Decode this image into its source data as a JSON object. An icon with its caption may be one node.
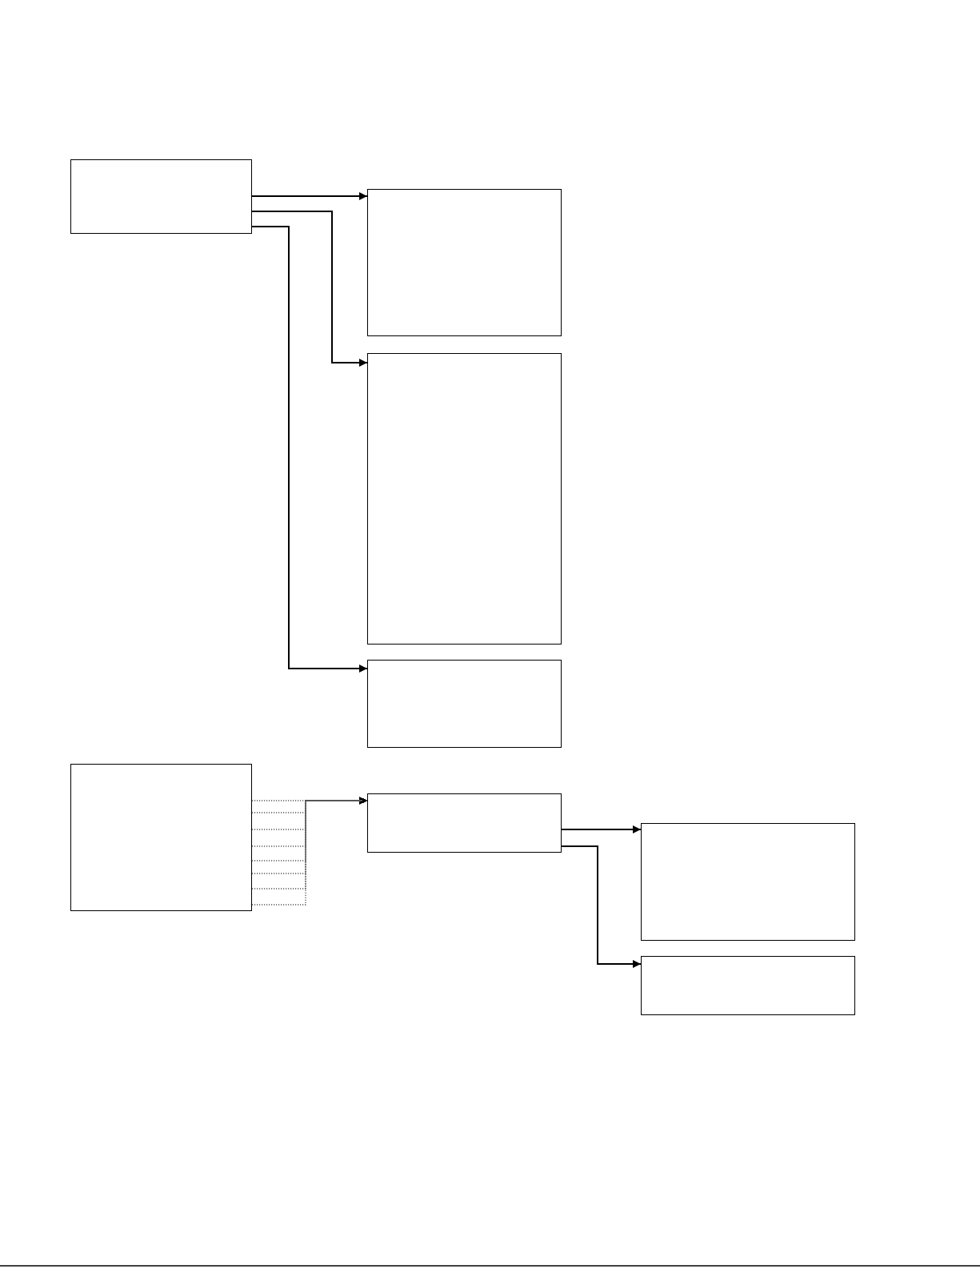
{
  "diagram": {
    "nodes": [
      {
        "text": [],
        "shape": "box"
      },
      {
        "text": [],
        "shape": "box"
      },
      {
        "text": [],
        "shape": "box"
      },
      {
        "text": [],
        "shape": "box"
      },
      {
        "text": [],
        "shape": "box"
      },
      {
        "text": [],
        "shape": "box"
      },
      {
        "text": [],
        "shape": "box"
      },
      {
        "text": [],
        "shape": "box"
      }
    ],
    "edges": [
      {
        "from": 0,
        "to": 1,
        "arrow": "to"
      },
      {
        "from": 0,
        "to": 2,
        "arrow": "to"
      },
      {
        "from": 0,
        "to": 3,
        "arrow": "to"
      },
      {
        "from": 4,
        "to": 5,
        "arrow": "to",
        "style": "dashed"
      },
      {
        "from": 4,
        "to": 5,
        "arrow": "to",
        "style": "dashed"
      },
      {
        "from": 4,
        "to": 5,
        "arrow": "to",
        "style": "dashed"
      },
      {
        "from": 4,
        "to": 5,
        "arrow": "to",
        "style": "dashed"
      },
      {
        "from": 4,
        "to": 5,
        "arrow": "to",
        "style": "dashed"
      },
      {
        "from": 4,
        "to": 5,
        "arrow": "to",
        "style": "dashed"
      },
      {
        "from": 4,
        "to": 5,
        "arrow": "to",
        "style": "dashed"
      },
      {
        "from": 4,
        "to": 5,
        "arrow": "to",
        "style": "dashed"
      },
      {
        "from": 5,
        "to": 6,
        "arrow": "to"
      },
      {
        "from": 5,
        "to": 7,
        "arrow": "to"
      }
    ]
  }
}
